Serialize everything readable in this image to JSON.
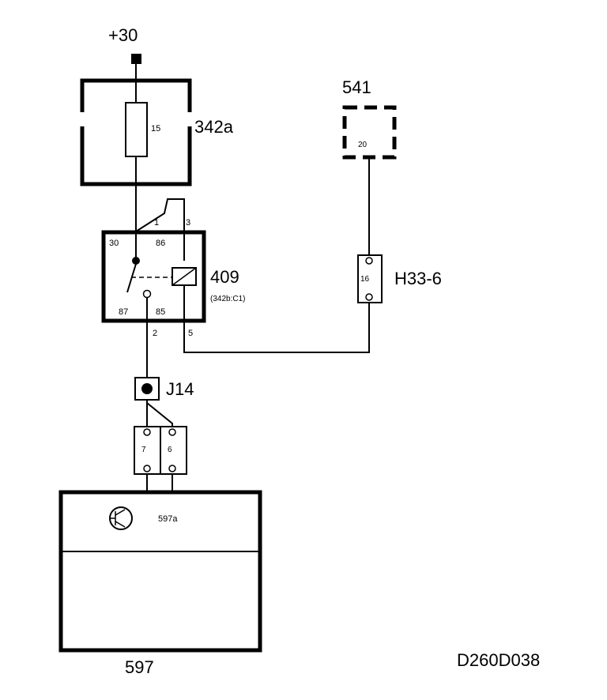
{
  "supply": {
    "label": "+30"
  },
  "fuse_box": {
    "id": "342a",
    "fuse": "15"
  },
  "module_541": {
    "id": "541",
    "pin": "20"
  },
  "relay": {
    "id": "409",
    "location": "(342b:C1)",
    "pins": {
      "p30": "30",
      "p86": "86",
      "p87": "87",
      "p85": "85"
    },
    "wire_ends": {
      "w1": "1",
      "w2": "2",
      "w3": "3",
      "w5": "5"
    }
  },
  "connector_h33": {
    "id": "H33-6",
    "pin": "16"
  },
  "splice": {
    "id": "J14"
  },
  "connector_pins": {
    "left": "7",
    "right": "6"
  },
  "unit": {
    "id": "597",
    "sub_id": "597a"
  },
  "drawing_code": "D260D038"
}
